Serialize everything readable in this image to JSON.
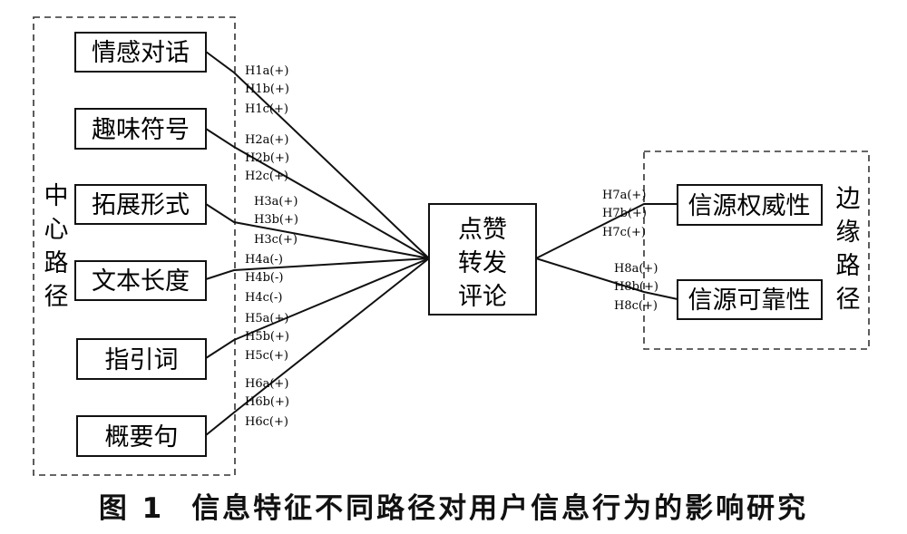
{
  "central_path": {
    "label_chars": [
      "中",
      "心",
      "路",
      "径"
    ],
    "boxes": [
      {
        "label": "情感对话",
        "hypotheses": [
          "H1a(+)",
          "H1b(+)",
          "H1c(+)"
        ]
      },
      {
        "label": "趣味符号",
        "hypotheses": [
          "H2a(+)",
          "H2b(+)",
          "H2c(+)"
        ]
      },
      {
        "label": "拓展形式",
        "hypotheses": [
          "H3a(+)",
          "H3b(+)",
          "H3c(+)"
        ]
      },
      {
        "label": "文本长度",
        "hypotheses": [
          "H4a(-)",
          "H4b(-)",
          "H4c(-)"
        ]
      },
      {
        "label": "指引词",
        "hypotheses": [
          "H5a(+)",
          "H5b(+)",
          "H5c(+)"
        ]
      },
      {
        "label": "概要句",
        "hypotheses": [
          "H6a(+)",
          "H6b(+)",
          "H6c(+)"
        ]
      }
    ]
  },
  "center_box": {
    "lines": [
      "点赞",
      "转发",
      "评论"
    ]
  },
  "peripheral_path": {
    "label_chars": [
      "边",
      "缘",
      "路",
      "径"
    ],
    "boxes": [
      {
        "label": "信源权威性",
        "hypotheses": [
          "H7a(+)",
          "H7b(+)",
          "H7c(+)"
        ]
      },
      {
        "label": "信源可靠性",
        "hypotheses": [
          "H8a(+)",
          "H8b(+)",
          "H8c(+)"
        ]
      }
    ]
  },
  "caption": {
    "number": "图 1",
    "text": "信息特征不同路径对用户信息行为的影响研究"
  }
}
